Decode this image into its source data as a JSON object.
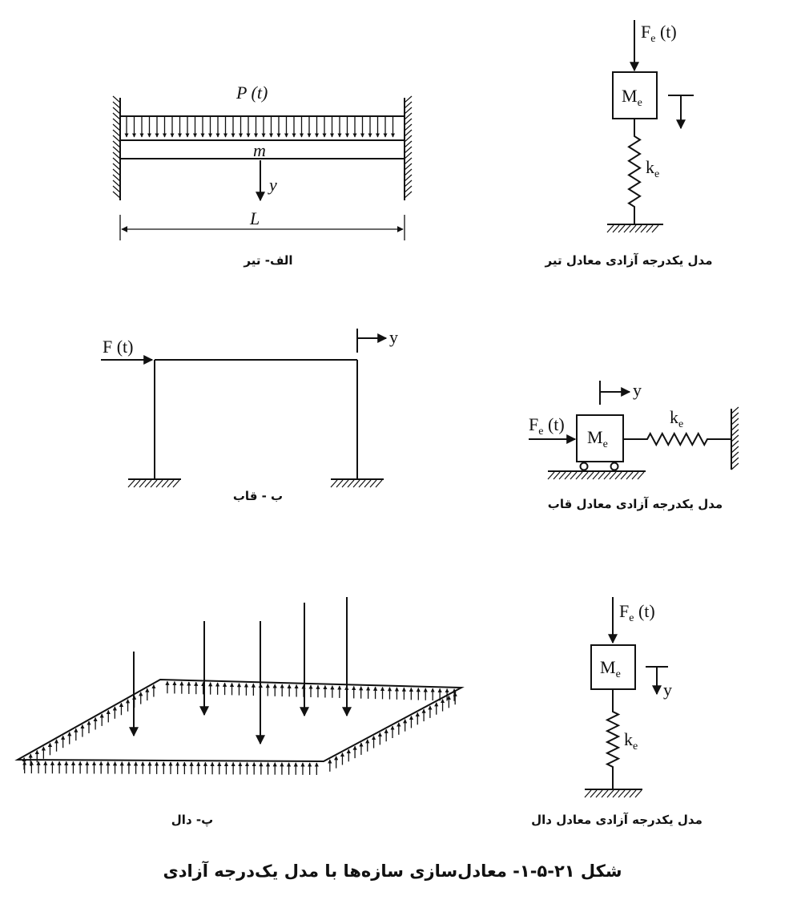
{
  "beam": {
    "load_label": "P (t)",
    "mass_label": "m",
    "disp_label": "y",
    "length_label": "L",
    "caption": "الف- تیر"
  },
  "beam_sdof": {
    "force_label": "F",
    "force_sub": "e",
    "force_arg": " (t)",
    "mass_label": "M",
    "mass_sub": "e",
    "spring_label": "k",
    "spring_sub": "e",
    "caption": "مدل یکدرجه آزادی معادل تیر"
  },
  "frame": {
    "force_label": "F (t)",
    "disp_label": "y",
    "caption": "ب - قاب"
  },
  "frame_sdof": {
    "disp_label": "y",
    "force_label": "F",
    "force_sub": "e",
    "force_arg": " (t)",
    "mass_label": "M",
    "mass_sub": "e",
    "spring_label": "k",
    "spring_sub": "e",
    "caption": "مدل یکدرجه آزادی معادل قاب"
  },
  "slab": {
    "caption": "پ- دال"
  },
  "slab_sdof": {
    "force_label": "F",
    "force_sub": "e",
    "force_arg": " (t)",
    "mass_label": "M",
    "mass_sub": "e",
    "disp_label": "y",
    "spring_label": "k",
    "spring_sub": "e",
    "caption": "مدل یکدرجه آزادی معادل دال"
  },
  "figure_title": "شکل ۲۱-۵-۱- معادل‌سازی سازه‌ها با مدل یک‌درجه آزادی"
}
